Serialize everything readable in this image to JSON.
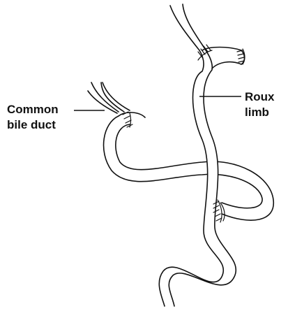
{
  "labels": {
    "common_bile_duct": [
      "Common",
      "bile duct"
    ],
    "roux_limb": [
      "Roux",
      "limb"
    ]
  },
  "colors": {
    "outline": "#111111",
    "fill": "#ffffff",
    "text": "#111111"
  }
}
